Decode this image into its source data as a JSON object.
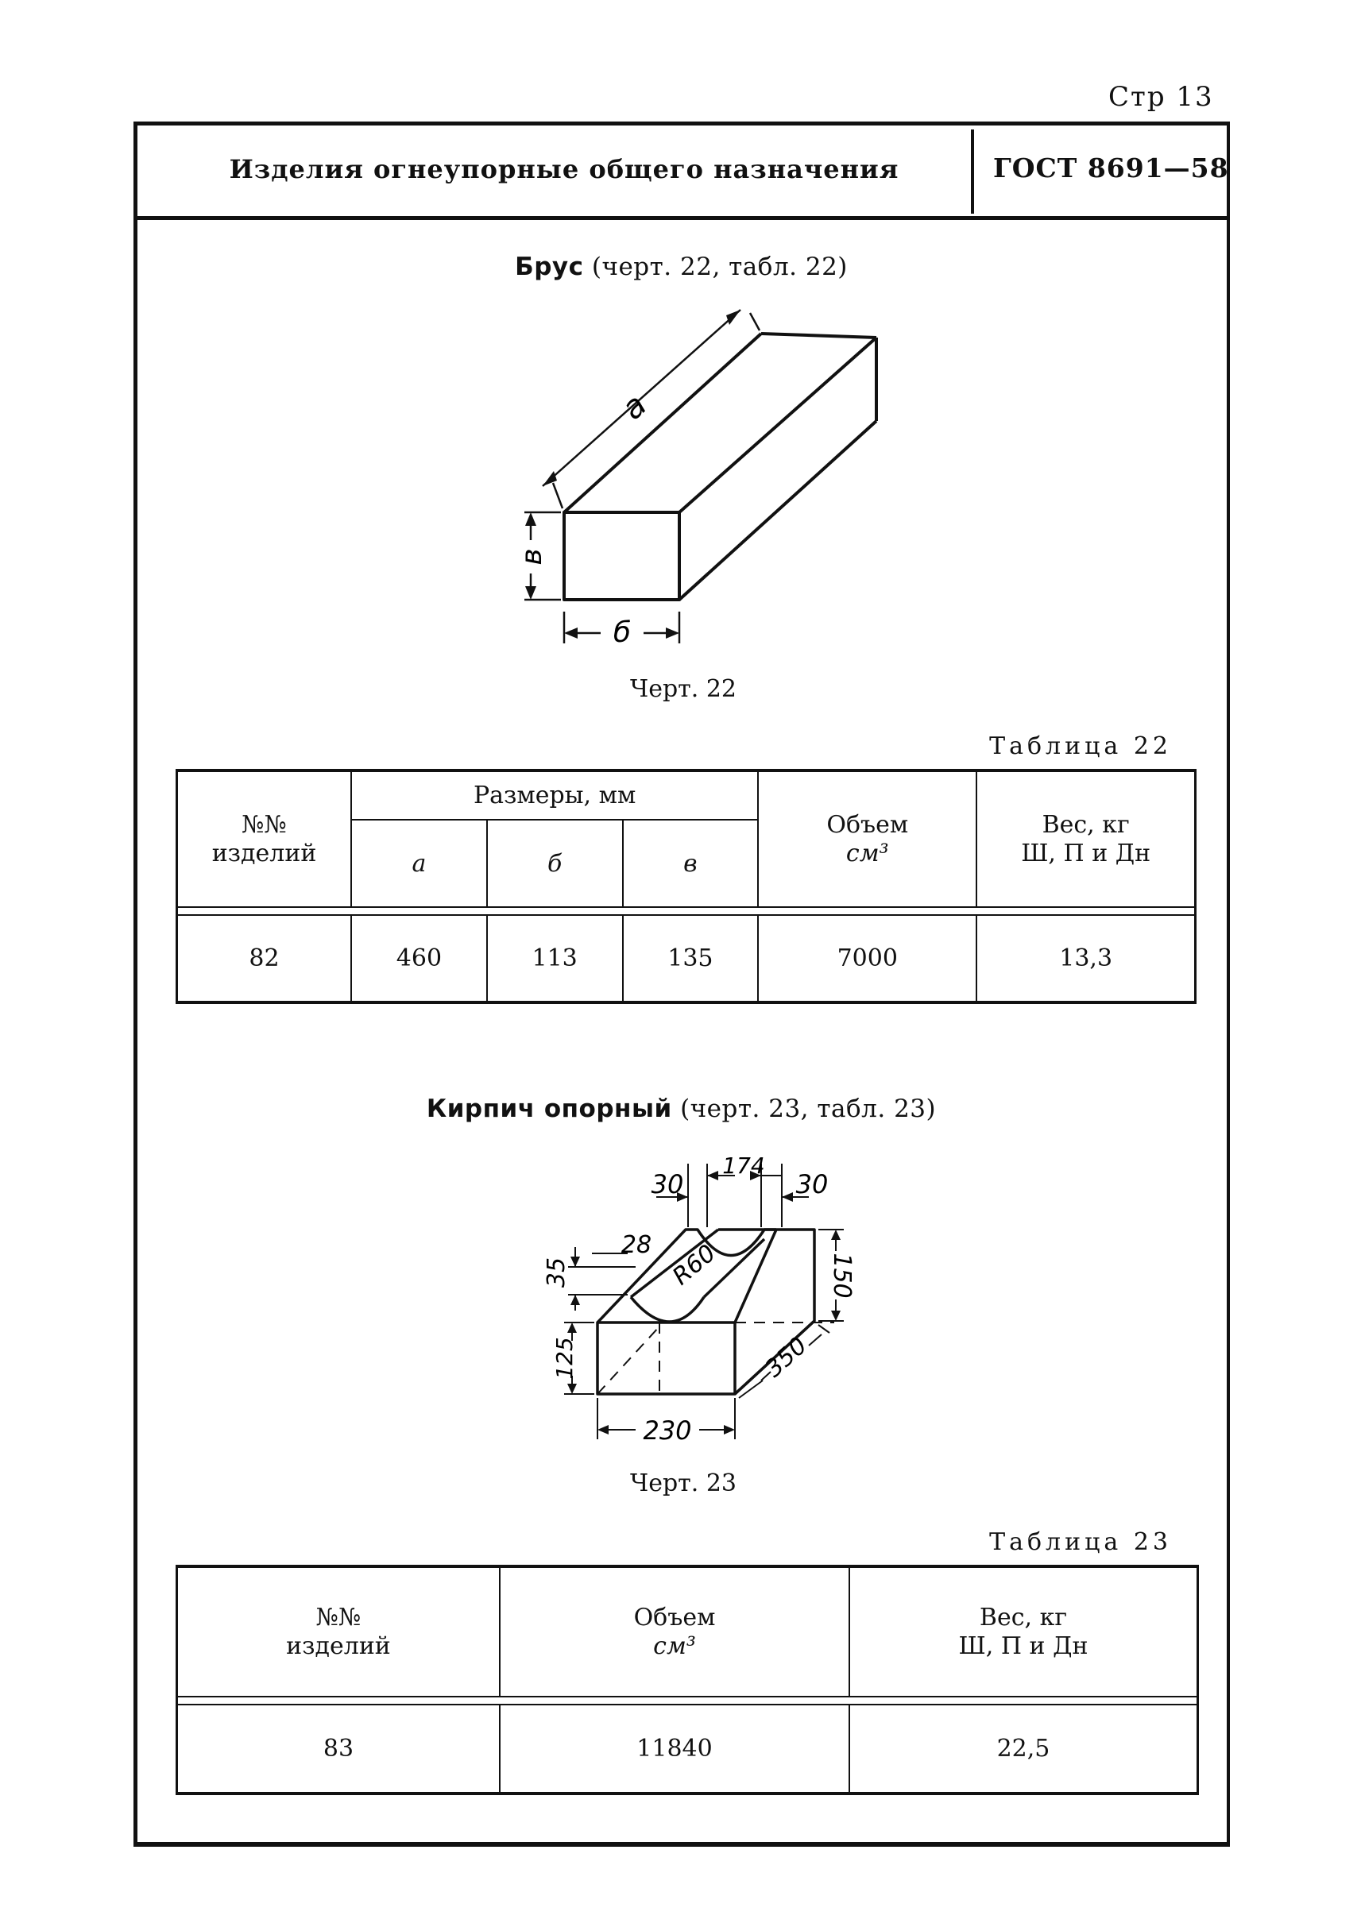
{
  "page": {
    "number": "Стр 13"
  },
  "header": {
    "title": "Изделия огнеупорные общего назначения",
    "code": "ГОСТ 8691—58"
  },
  "section1": {
    "title_bold": "Брус",
    "title_rest": "(черт. 22, табл. 22)",
    "figure_caption": "Черт. 22",
    "dims": {
      "a": "а",
      "b": "б",
      "v": "в"
    },
    "table_label": "Таблица 22",
    "table": {
      "col_no": [
        "№№",
        "изделий"
      ],
      "col_sizes": "Размеры, мм",
      "sub": [
        "а",
        "б",
        "в"
      ],
      "col_volume": [
        "Объем",
        "см³"
      ],
      "col_weight": [
        "Вес, кг",
        "Ш, П и Дн"
      ],
      "row": {
        "no": "82",
        "a": "460",
        "b": "113",
        "v": "135",
        "volume": "7000",
        "weight": "13,3"
      }
    }
  },
  "section2": {
    "title_bold": "Кирпич опорный",
    "title_rest": "(черт. 23, табл. 23)",
    "figure_caption": "Черт. 23",
    "dims": {
      "top_left": "30",
      "top_mid": "174",
      "top_right": "30",
      "d28": "28",
      "radius": "R60",
      "d35": "35",
      "d150": "150",
      "d125": "125",
      "d350": "350",
      "d230": "230"
    },
    "table_label": "Таблица 23",
    "table": {
      "col_no": [
        "№№",
        "изделий"
      ],
      "col_volume": [
        "Объем",
        "см³"
      ],
      "col_weight": [
        "Вес, кг",
        "Ш, П и Дн"
      ],
      "row": {
        "no": "83",
        "volume": "11840",
        "weight": "22,5"
      }
    }
  }
}
